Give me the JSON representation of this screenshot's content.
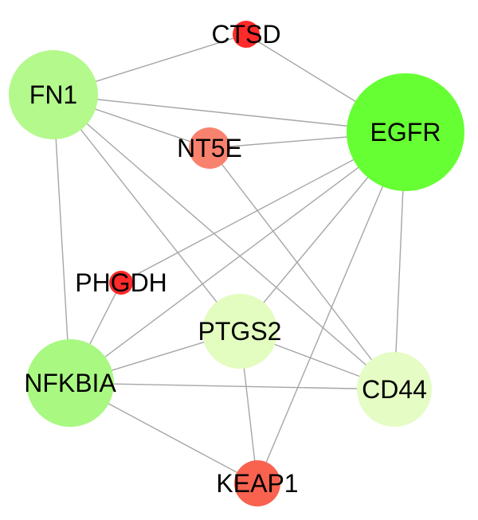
{
  "nodes": [
    {
      "id": "CTSD",
      "label": "CTSD",
      "color": "#ff2a2a"
    },
    {
      "id": "FN1",
      "label": "FN1",
      "color": "#b3f98c"
    },
    {
      "id": "EGFR",
      "label": "EGFR",
      "color": "#66ff33"
    },
    {
      "id": "NT5E",
      "label": "NT5E",
      "color": "#f9826f"
    },
    {
      "id": "PHGDH",
      "label": "PHGDH",
      "color": "#ff2a2a"
    },
    {
      "id": "PTGS2",
      "label": "PTGS2",
      "color": "#e3fcbf"
    },
    {
      "id": "NFKBIA",
      "label": "NFKBIA",
      "color": "#a9f882"
    },
    {
      "id": "CD44",
      "label": "CD44",
      "color": "#e5fcc4"
    },
    {
      "id": "KEAP1",
      "label": "KEAP1",
      "color": "#f8624f"
    }
  ],
  "edges": [
    [
      "CTSD",
      "FN1"
    ],
    [
      "CTSD",
      "EGFR"
    ],
    [
      "FN1",
      "EGFR"
    ],
    [
      "FN1",
      "NT5E"
    ],
    [
      "FN1",
      "NFKBIA"
    ],
    [
      "FN1",
      "PTGS2"
    ],
    [
      "FN1",
      "CD44"
    ],
    [
      "NT5E",
      "EGFR"
    ],
    [
      "NT5E",
      "CD44"
    ],
    [
      "EGFR",
      "PHGDH"
    ],
    [
      "EGFR",
      "NFKBIA"
    ],
    [
      "EGFR",
      "PTGS2"
    ],
    [
      "EGFR",
      "CD44"
    ],
    [
      "EGFR",
      "KEAP1"
    ],
    [
      "PHGDH",
      "NFKBIA"
    ],
    [
      "NFKBIA",
      "PTGS2"
    ],
    [
      "NFKBIA",
      "CD44"
    ],
    [
      "NFKBIA",
      "KEAP1"
    ],
    [
      "PTGS2",
      "CD44"
    ],
    [
      "PTGS2",
      "KEAP1"
    ]
  ],
  "edge_color": "#a6a6a6"
}
